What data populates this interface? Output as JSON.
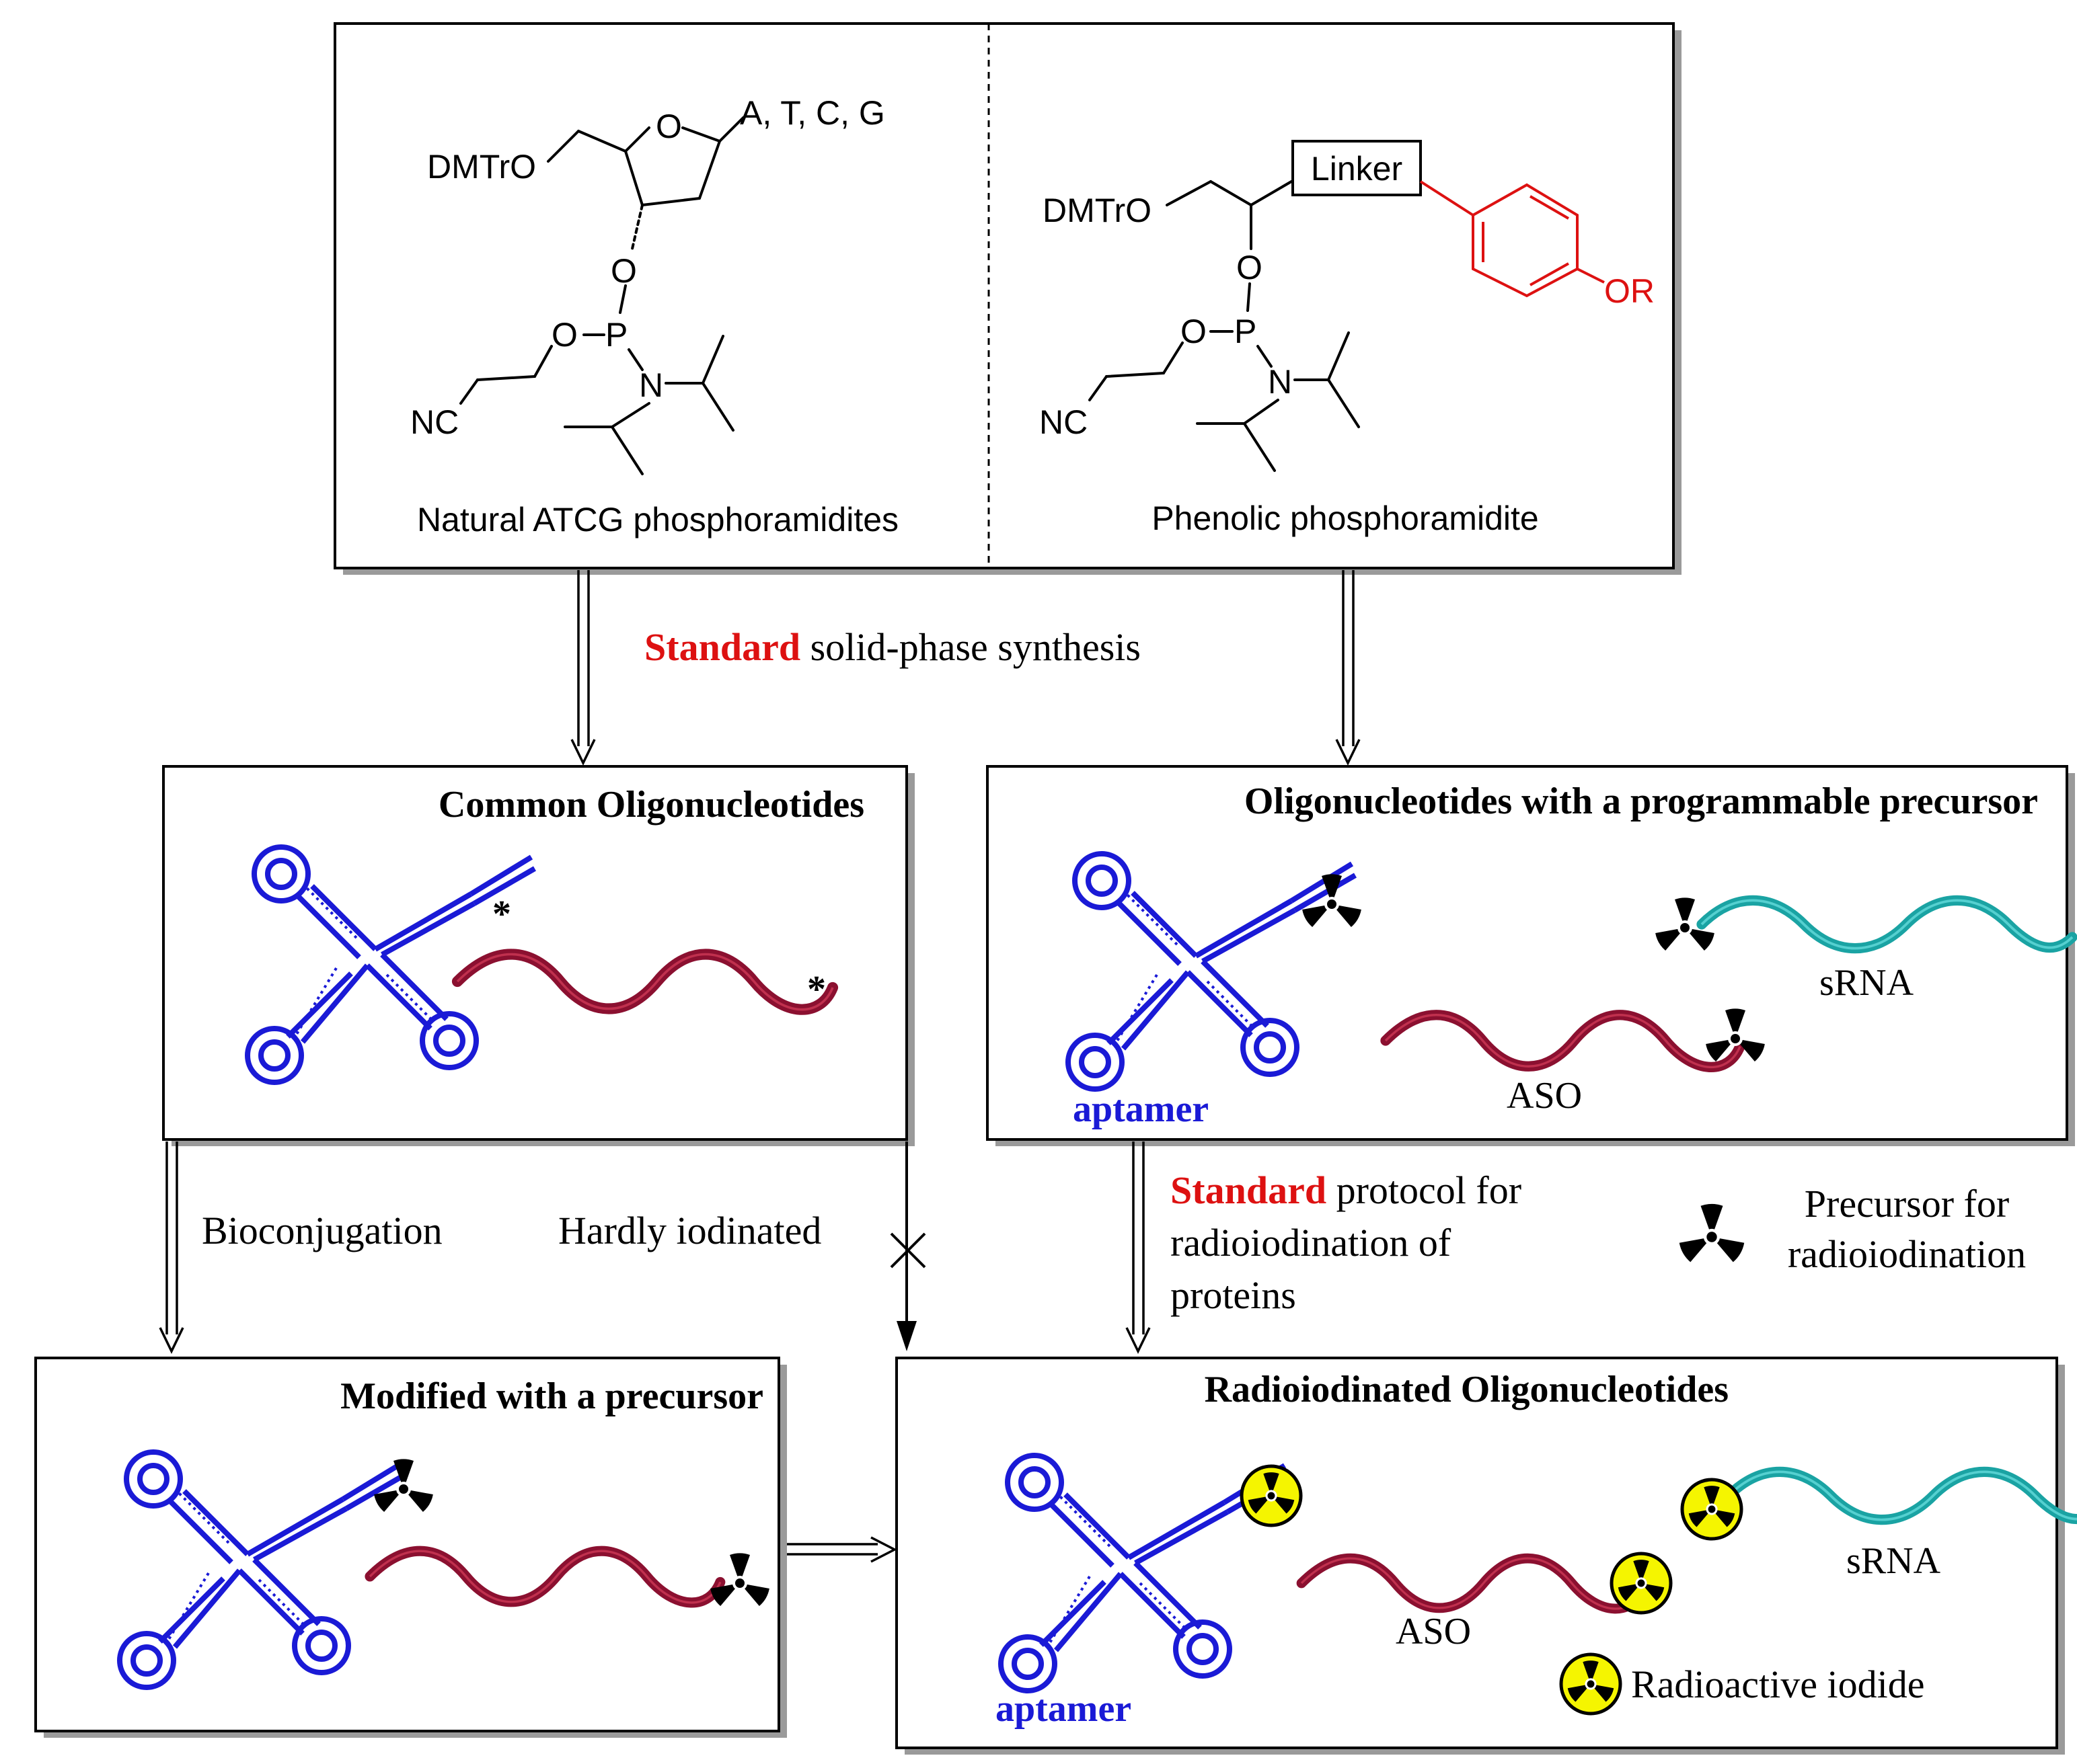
{
  "top_panel": {
    "left_caption": "Natural ATCG phosphoramidites",
    "right_caption": "Phenolic phosphoramidite",
    "bases": "A, T, C, G",
    "dmtro": "DMTrO",
    "nc": "NC",
    "linker": "Linker",
    "or_group": "OR",
    "atoms": {
      "o": "O",
      "p": "P",
      "n": "N"
    }
  },
  "synthesis_label": {
    "highlight": "Standard",
    "rest": " solid-phase synthesis"
  },
  "common_box": {
    "title": "Common Oligonucleotides",
    "asterisk": "*"
  },
  "programmable_box": {
    "title": "Oligonucleotides with a programmable precursor",
    "aptamer": "aptamer",
    "srna": "sRNA",
    "aso": "ASO"
  },
  "arrows": {
    "bioconjugation": "Bioconjugation",
    "hardly": "Hardly iodinated",
    "cross": "X"
  },
  "protocol_label": {
    "highlight": "Standard",
    "line1_rest": " protocol for",
    "line2": "radioiodination of",
    "line3": "proteins"
  },
  "legend": {
    "precursor_line1": "Precursor for",
    "precursor_line2": "radioiodination",
    "radioactive": "Radioactive iodide"
  },
  "modified_box": {
    "title": "Modified with a precursor"
  },
  "radio_box": {
    "title": "Radioiodinated Oligonucleotides",
    "aptamer": "aptamer",
    "aso": "ASO",
    "srna": "sRNA"
  },
  "colors": {
    "accent_red": "#dd1111",
    "aptamer_blue": "#1a1ad6",
    "aso_maroon": "#8b1030",
    "srna_teal": "#1aa3a3",
    "radioactive_yellow": "#f5f500"
  },
  "icons": [
    "radiation-precursor-icon",
    "radioactive-iodide-icon",
    "cross-mark-icon"
  ]
}
